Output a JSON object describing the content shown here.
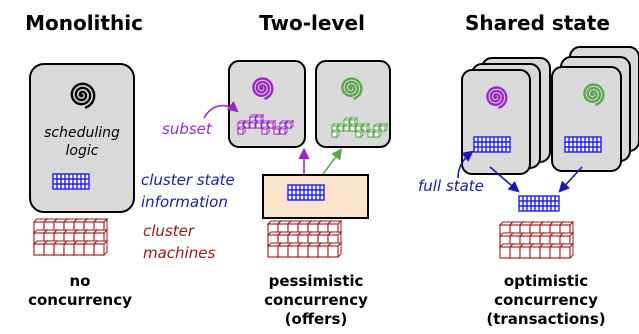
{
  "panels": {
    "monolithic": {
      "title": "Monolithic",
      "logic_label": [
        "scheduling",
        "logic"
      ],
      "machines_label": [
        "cluster",
        "machines"
      ],
      "caption": [
        "no",
        "concurrency"
      ]
    },
    "two_level": {
      "title": "Two-level",
      "subset_label": "subset",
      "state_label": [
        "cluster state",
        "information"
      ],
      "caption": [
        "pessimistic",
        "concurrency",
        "(offers)"
      ]
    },
    "shared_state": {
      "title": "Shared state",
      "full_state_label": "full state",
      "caption": [
        "optimistic",
        "concurrency",
        "(transactions)"
      ]
    }
  },
  "colors": {
    "scheduler_fill": "#d9d9d9",
    "state_box_fill": "#fbe3cc",
    "grid_blue": "#1a1aff",
    "machine_red": "#a31515",
    "purple": "#9b27c9",
    "green": "#5aa84a",
    "label_blue": "#1a1ab8",
    "label_red": "#a31515"
  },
  "icons": [
    "spiral-icon"
  ]
}
